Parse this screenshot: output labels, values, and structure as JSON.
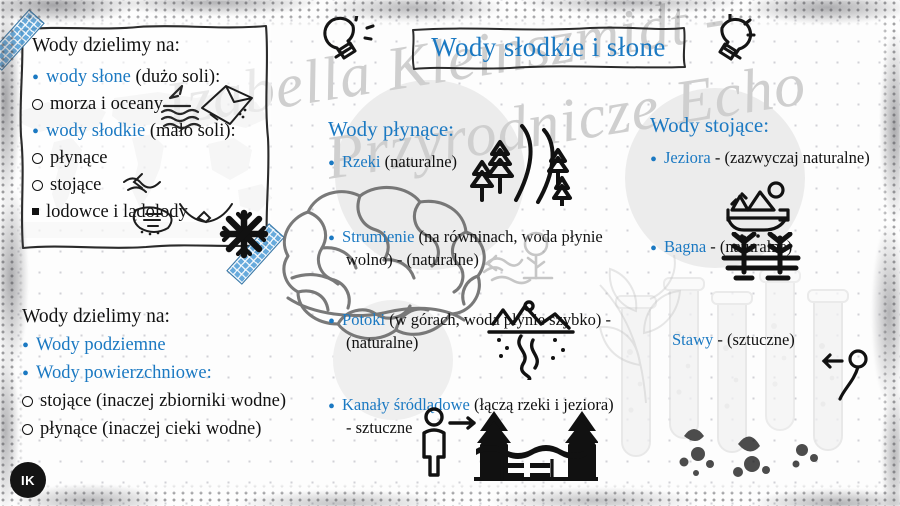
{
  "slide": {
    "title": "Wody słodkie i słone",
    "watermark_line1": "Izabella Kleinszmidt -",
    "watermark_line2": "Przyrodnicze Echo",
    "accent_color": "#1b79c2",
    "badge_initials": "IK"
  },
  "note_box": {
    "heading": "Wody dzielimy na:",
    "items": [
      {
        "bullet": "dot",
        "key": "wody słone",
        "rest": " (dużo soli):"
      },
      {
        "bullet": "ring",
        "key": "",
        "rest": "morza i oceany"
      },
      {
        "bullet": "dot",
        "key": "wody słodkie",
        "rest": " (mało soli):"
      },
      {
        "bullet": "ring",
        "key": "",
        "rest": "płynące"
      },
      {
        "bullet": "ring",
        "key": "",
        "rest": "stojące"
      },
      {
        "bullet": "square",
        "key": "",
        "rest": "lodowce i lądolody"
      }
    ]
  },
  "lower_left": {
    "heading": "Wody dzielimy na:",
    "items": [
      {
        "bullet": "dot",
        "key": "Wody podziemne",
        "rest": ""
      },
      {
        "bullet": "dot",
        "key": "Wody powierzchniowe:",
        "rest": ""
      },
      {
        "bullet": "ring",
        "key": "",
        "rest": "stojące (inaczej zbiorniki wodne)"
      },
      {
        "bullet": "ring",
        "key": "",
        "rest": "płynące (inaczej cieki wodne)"
      }
    ]
  },
  "column_flowing": {
    "heading": "Wody płynące:",
    "items": [
      {
        "key": "Rzeki",
        "rest": " (naturalne)",
        "cont": ""
      },
      {
        "key": "Strumienie",
        "rest": " (na równinach, woda płynie",
        "cont": "wolno) - (naturalne)"
      },
      {
        "key": "Potoki",
        "rest": " (w górach, woda płynie szybko) -",
        "cont": "(naturalne)"
      },
      {
        "key": "Kanały śródlądowe",
        "rest": " (łączą rzeki i jeziora)",
        "cont": "- sztuczne"
      }
    ]
  },
  "column_standing": {
    "heading": "Wody stojące:",
    "items": [
      {
        "key": "Jeziora",
        "rest": " - (zazwyczaj naturalne)",
        "cont": ""
      },
      {
        "key": "Bagna",
        "rest": " - (naturalne)",
        "cont": ""
      },
      {
        "key": "Stawy",
        "rest": " - (sztuczne)",
        "cont": ""
      }
    ]
  },
  "icons": {
    "bulb_left": "lightbulb-icon",
    "bulb_right": "lightbulb-icon",
    "river_trees": "river-with-pines-icon",
    "tree_stream": "tree-by-stream-icon",
    "mountain_stream": "mountain-stream-icon",
    "lake_boat": "lake-with-boat-icon",
    "swamp": "swamp-reeds-icon",
    "pond_scene": "person-pointing-to-pond-icon",
    "snowflake": "snowflake-icon",
    "sea_waves": "sea-waves-icon",
    "pencil": "pencil-icon",
    "brain": "brain-illustration",
    "test_tubes": "test-tubes-illustration",
    "world_map": "world-map-illustration",
    "tape": "washi-tape"
  }
}
